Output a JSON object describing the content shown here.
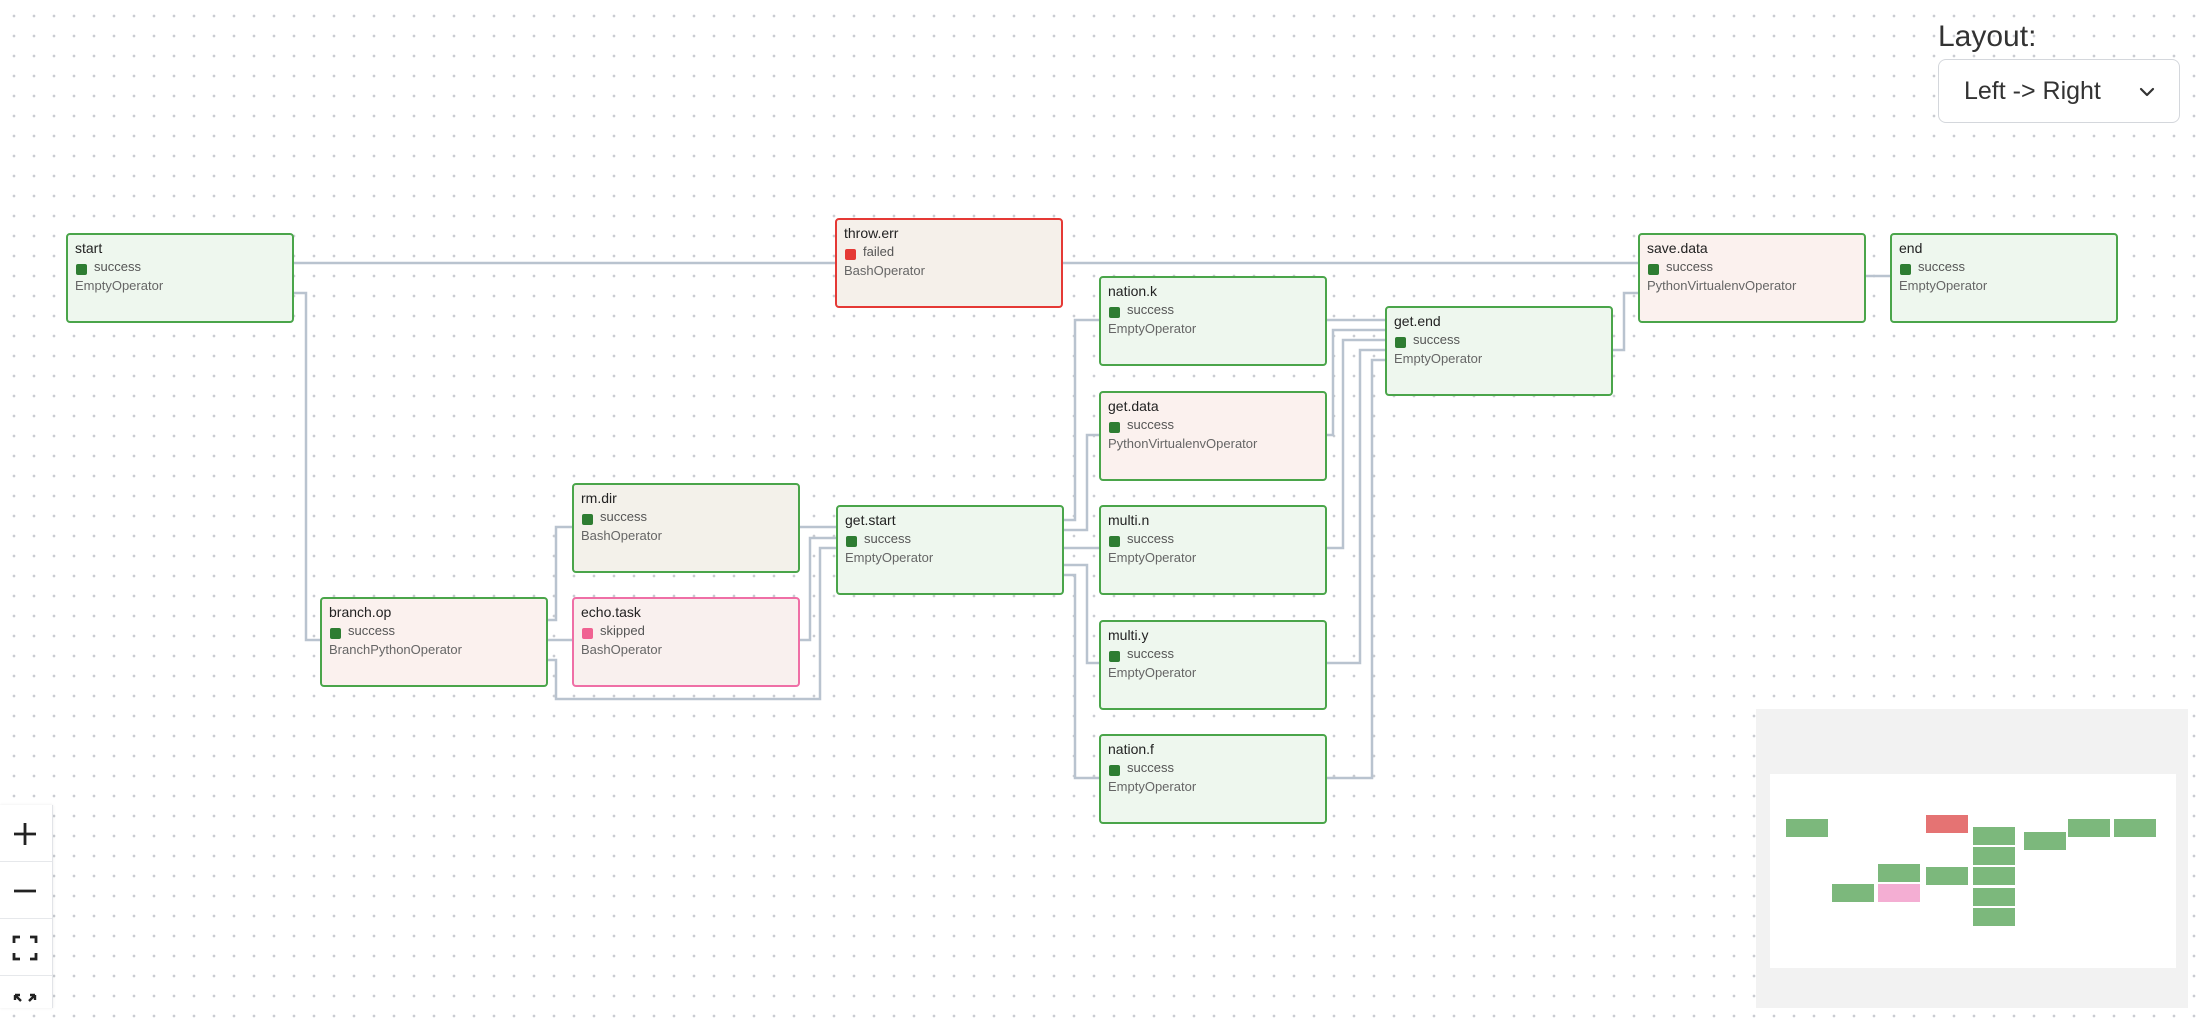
{
  "layout": {
    "label": "Layout:",
    "selected": "Left -> Right",
    "chevron_icon": "chevron-down-icon"
  },
  "colors": {
    "success": "#2e7d32",
    "failed": "#e53935",
    "skipped": "#f06292",
    "edge": "#b9c3cf",
    "node_border_success": "#4aa54a",
    "node_border_failed": "#e53935",
    "node_border_skipped": "#ef6fa6"
  },
  "nodes": [
    {
      "id": "start",
      "label": "start",
      "state": "success",
      "operator": "EmptyOperator"
    },
    {
      "id": "branch_op",
      "label": "branch.op",
      "state": "success",
      "operator": "BranchPythonOperator"
    },
    {
      "id": "rm_dir",
      "label": "rm.dir",
      "state": "success",
      "operator": "BashOperator"
    },
    {
      "id": "echo_task",
      "label": "echo.task",
      "state": "skipped",
      "operator": "BashOperator"
    },
    {
      "id": "throw_err",
      "label": "throw.err",
      "state": "failed",
      "operator": "BashOperator"
    },
    {
      "id": "get_start",
      "label": "get.start",
      "state": "success",
      "operator": "EmptyOperator"
    },
    {
      "id": "nation_k",
      "label": "nation.k",
      "state": "success",
      "operator": "EmptyOperator"
    },
    {
      "id": "get_data",
      "label": "get.data",
      "state": "success",
      "operator": "PythonVirtualenvOperator"
    },
    {
      "id": "multi_n",
      "label": "multi.n",
      "state": "success",
      "operator": "EmptyOperator"
    },
    {
      "id": "multi_y",
      "label": "multi.y",
      "state": "success",
      "operator": "EmptyOperator"
    },
    {
      "id": "nation_f",
      "label": "nation.f",
      "state": "success",
      "operator": "EmptyOperator"
    },
    {
      "id": "get_end",
      "label": "get.end",
      "state": "success",
      "operator": "EmptyOperator"
    },
    {
      "id": "save_data",
      "label": "save.data",
      "state": "success",
      "operator": "PythonVirtualenvOperator"
    },
    {
      "id": "end",
      "label": "end",
      "state": "success",
      "operator": "EmptyOperator"
    }
  ],
  "edges": [
    [
      "start",
      "throw_err"
    ],
    [
      "throw_err",
      "save_data"
    ],
    [
      "save_data",
      "end"
    ],
    [
      "start",
      "branch_op"
    ],
    [
      "branch_op",
      "rm_dir"
    ],
    [
      "branch_op",
      "echo_task"
    ],
    [
      "branch_op",
      "get_start"
    ],
    [
      "rm_dir",
      "get_start"
    ],
    [
      "echo_task",
      "get_start"
    ],
    [
      "get_start",
      "nation_k"
    ],
    [
      "get_start",
      "get_data"
    ],
    [
      "get_start",
      "multi_n"
    ],
    [
      "get_start",
      "multi_y"
    ],
    [
      "get_start",
      "nation_f"
    ],
    [
      "nation_k",
      "get_end"
    ],
    [
      "get_data",
      "get_end"
    ],
    [
      "multi_n",
      "get_end"
    ],
    [
      "multi_y",
      "get_end"
    ],
    [
      "nation_f",
      "get_end"
    ],
    [
      "get_end",
      "save_data"
    ]
  ],
  "controls": [
    {
      "id": "zoom-in",
      "icon": "plus-icon"
    },
    {
      "id": "zoom-out",
      "icon": "minus-icon"
    },
    {
      "id": "fit-view",
      "icon": "fit-view-icon"
    },
    {
      "id": "fullscreen",
      "icon": "expand-icon"
    }
  ],
  "minimap": {
    "icon": "minimap"
  }
}
